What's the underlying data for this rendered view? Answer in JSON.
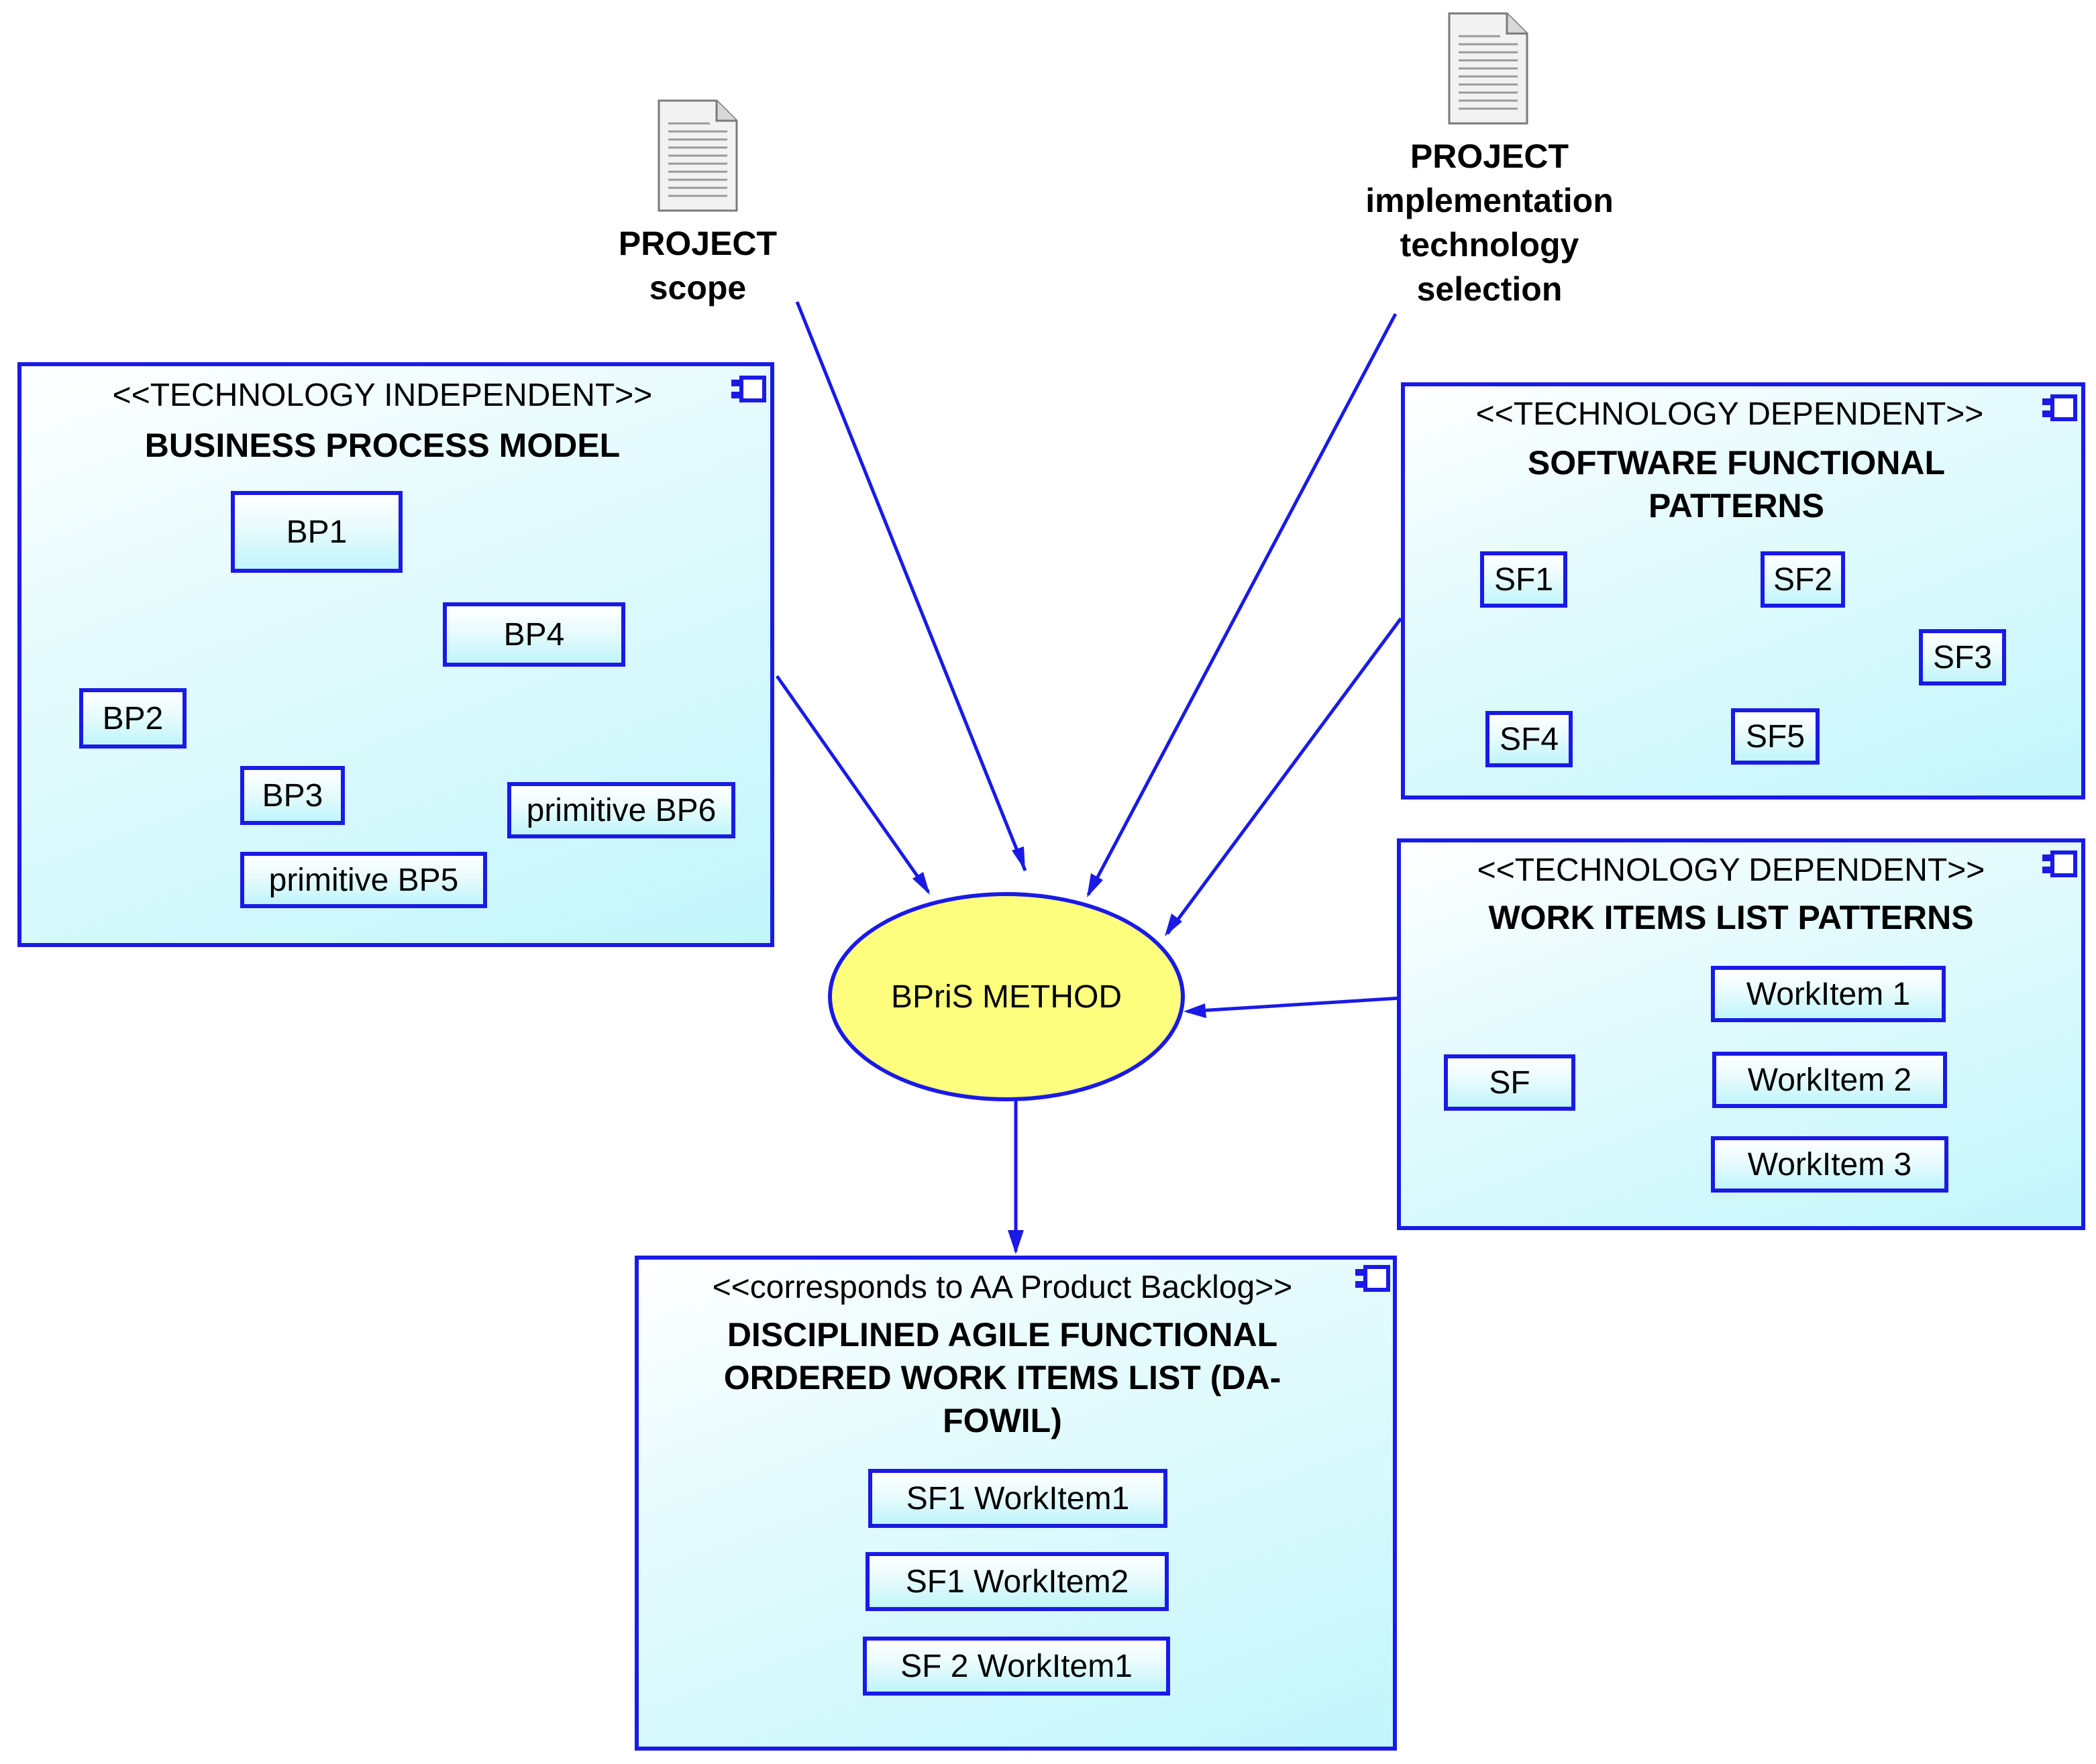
{
  "documents": {
    "scope": "PROJECT\nscope",
    "tech_selection": "PROJECT\nimplementation\ntechnology\nselection"
  },
  "method": {
    "label": "BPriS METHOD"
  },
  "business_process_model": {
    "stereotype": "<<TECHNOLOGY INDEPENDENT>>",
    "title": "BUSINESS PROCESS MODEL",
    "nodes": [
      "BP1",
      "BP2",
      "BP3",
      "BP4",
      "primitive BP5",
      "primitive BP6"
    ]
  },
  "software_functional_patterns": {
    "stereotype": "<<TECHNOLOGY DEPENDENT>>",
    "title": "SOFTWARE FUNCTIONAL\nPATTERNS",
    "nodes": [
      "SF1",
      "SF2",
      "SF3",
      "SF4",
      "SF5"
    ]
  },
  "work_items_list_patterns": {
    "stereotype": "<<TECHNOLOGY DEPENDENT>>",
    "title": "WORK ITEMS LIST PATTERNS",
    "nodes": [
      "SF",
      "WorkItem 1",
      "WorkItem 2",
      "WorkItem 3"
    ]
  },
  "dafowil": {
    "stereotype": "<<corresponds to AA Product Backlog>>",
    "title": "DISCIPLINED AGILE FUNCTIONAL\nORDERED WORK ITEMS LIST (DA-\nFOWIL)",
    "nodes": [
      "SF1 WorkItem1",
      "SF1 WorkItem2",
      "SF 2 WorkItem1"
    ]
  },
  "colors": {
    "line": "#1a1ae6",
    "method_fill": "#fefe7e",
    "package_fill": "#c2f6fb"
  }
}
